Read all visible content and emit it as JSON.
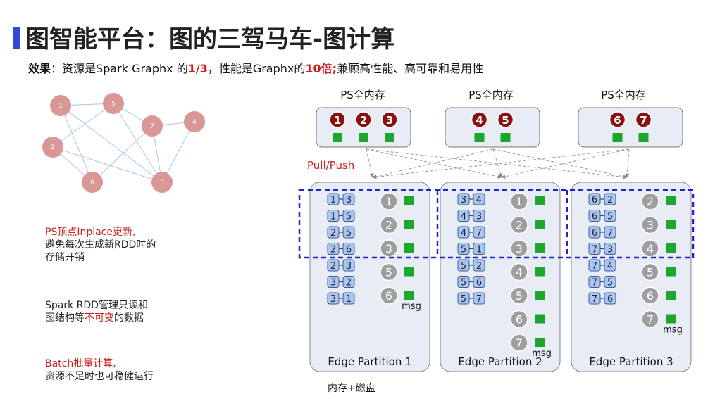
{
  "title": "图智能平台：图的三驾马车-图计算",
  "effect": {
    "label": "效果",
    "sep": "：",
    "text1": "资源是Spark Graphx 的",
    "value1": "1/3",
    "text2": "，性能是Graphx的",
    "value2": "10倍;",
    "text3": "兼顾高性能、高可靠和易用性"
  },
  "notes": [
    {
      "red": "PS顶点Inplace更新,",
      "lines": [
        "避免每次生成新RDD时的",
        "存储开销"
      ]
    },
    {
      "pre": "Spark RDD管理只读和",
      "pre2": "图结构等",
      "red": "不可变",
      "post": "的数据"
    },
    {
      "red": "Batch批量计算,",
      "lines": [
        "资源不足时也可稳健运行"
      ]
    }
  ],
  "graph": {
    "nodes": [
      "1",
      "5",
      "7",
      "4",
      "2",
      "6",
      "3"
    ],
    "edges": [
      [
        "1",
        "5"
      ],
      [
        "1",
        "3"
      ],
      [
        "1",
        "6"
      ],
      [
        "5",
        "2"
      ],
      [
        "5",
        "3"
      ],
      [
        "2",
        "6"
      ],
      [
        "2",
        "3"
      ],
      [
        "3",
        "4"
      ],
      [
        "7",
        "6"
      ],
      [
        "7",
        "3"
      ],
      [
        "7",
        "5"
      ],
      [
        "4",
        "7"
      ]
    ]
  },
  "ps_groups": [
    {
      "label": "PS全内存",
      "nodes": [
        "1",
        "2",
        "3"
      ]
    },
    {
      "label": "PS全内存",
      "nodes": [
        "4",
        "5"
      ]
    },
    {
      "label": "PS全内存",
      "nodes": [
        "6",
        "7"
      ]
    }
  ],
  "pull_push": "Pull/Push",
  "partitions": [
    {
      "label": "Edge Partition 1",
      "edges": [
        [
          "1",
          "3"
        ],
        [
          "1",
          "5"
        ],
        [
          "2",
          "5"
        ],
        [
          "2",
          "6"
        ],
        [
          "2",
          "3"
        ],
        [
          "3",
          "2"
        ],
        [
          "3",
          "1"
        ]
      ],
      "vertices": [
        "1",
        "2",
        "3",
        "5",
        "6"
      ],
      "msg": "msg"
    },
    {
      "label": "Edge Partition 2",
      "edges": [
        [
          "3",
          "4"
        ],
        [
          "4",
          "3"
        ],
        [
          "4",
          "7"
        ],
        [
          "5",
          "1"
        ],
        [
          "5",
          "2"
        ],
        [
          "5",
          "6"
        ],
        [
          "5",
          "7"
        ]
      ],
      "vertices": [
        "1",
        "2",
        "3",
        "4",
        "5",
        "6",
        "7"
      ],
      "msg": "msg"
    },
    {
      "label": "Edge Partition 3",
      "edges": [
        [
          "6",
          "2"
        ],
        [
          "6",
          "5"
        ],
        [
          "6",
          "7"
        ],
        [
          "7",
          "3"
        ],
        [
          "7",
          "4"
        ],
        [
          "7",
          "5"
        ],
        [
          "7",
          "6"
        ]
      ],
      "vertices": [
        "2",
        "3",
        "4",
        "5",
        "6",
        "7"
      ],
      "msg": "msg"
    }
  ],
  "storage": "内存+磁盘",
  "colors": {
    "accent": "#2d4bd6",
    "red": "#c9211e",
    "node_pink": "#d99795",
    "ps_dark_red": "#8b1010",
    "gray_node": "#9e9e9e",
    "green": "#1ea52e",
    "edge_blue": "#a9c4ea",
    "panel": "#e8edf5",
    "dashed_box": "#2222cc"
  }
}
